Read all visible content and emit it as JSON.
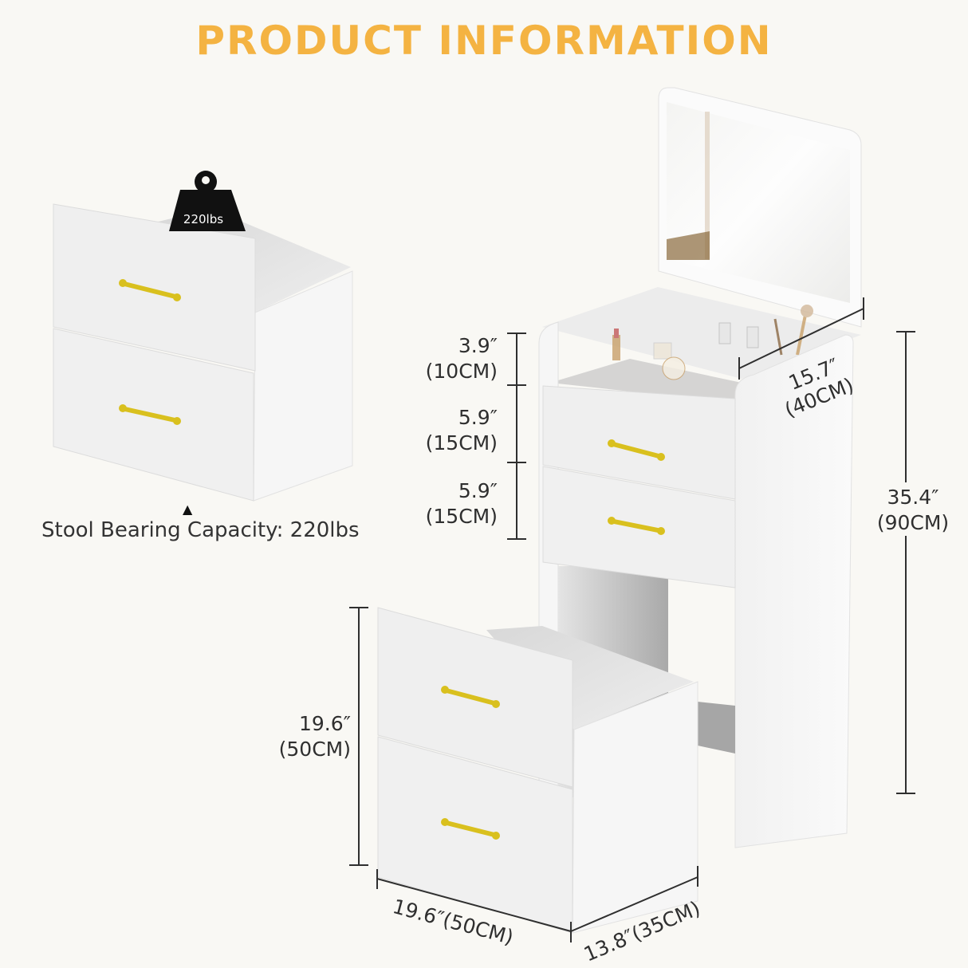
{
  "header": {
    "title": "PRODUCT INFORMATION",
    "title_color": "#f4b342"
  },
  "stool_detail": {
    "weight_badge": "220lbs",
    "caption_marker": "▲",
    "caption": "Stool Bearing Capacity: 220lbs"
  },
  "vanity_dimensions": {
    "top_section": {
      "in": "3.9″",
      "cm": "(10CM)"
    },
    "drawer_1": {
      "in": "5.9″",
      "cm": "(15CM)"
    },
    "drawer_2": {
      "in": "5.9″",
      "cm": "(15CM)"
    },
    "depth": {
      "in": "15.7″",
      "cm": "(40CM)"
    },
    "height": {
      "in": "35.4″",
      "cm": "(90CM)"
    }
  },
  "stool_dimensions": {
    "height": {
      "in": "19.6″",
      "cm": "(50CM)"
    },
    "width": "19.6″(50CM)",
    "depth": "13.8″(35CM)"
  },
  "colors": {
    "background": "#f9f8f4",
    "furniture_white": "#f3f3f3",
    "handle_gold": "#d9c01e",
    "dimension_line": "#2f2f2f"
  }
}
